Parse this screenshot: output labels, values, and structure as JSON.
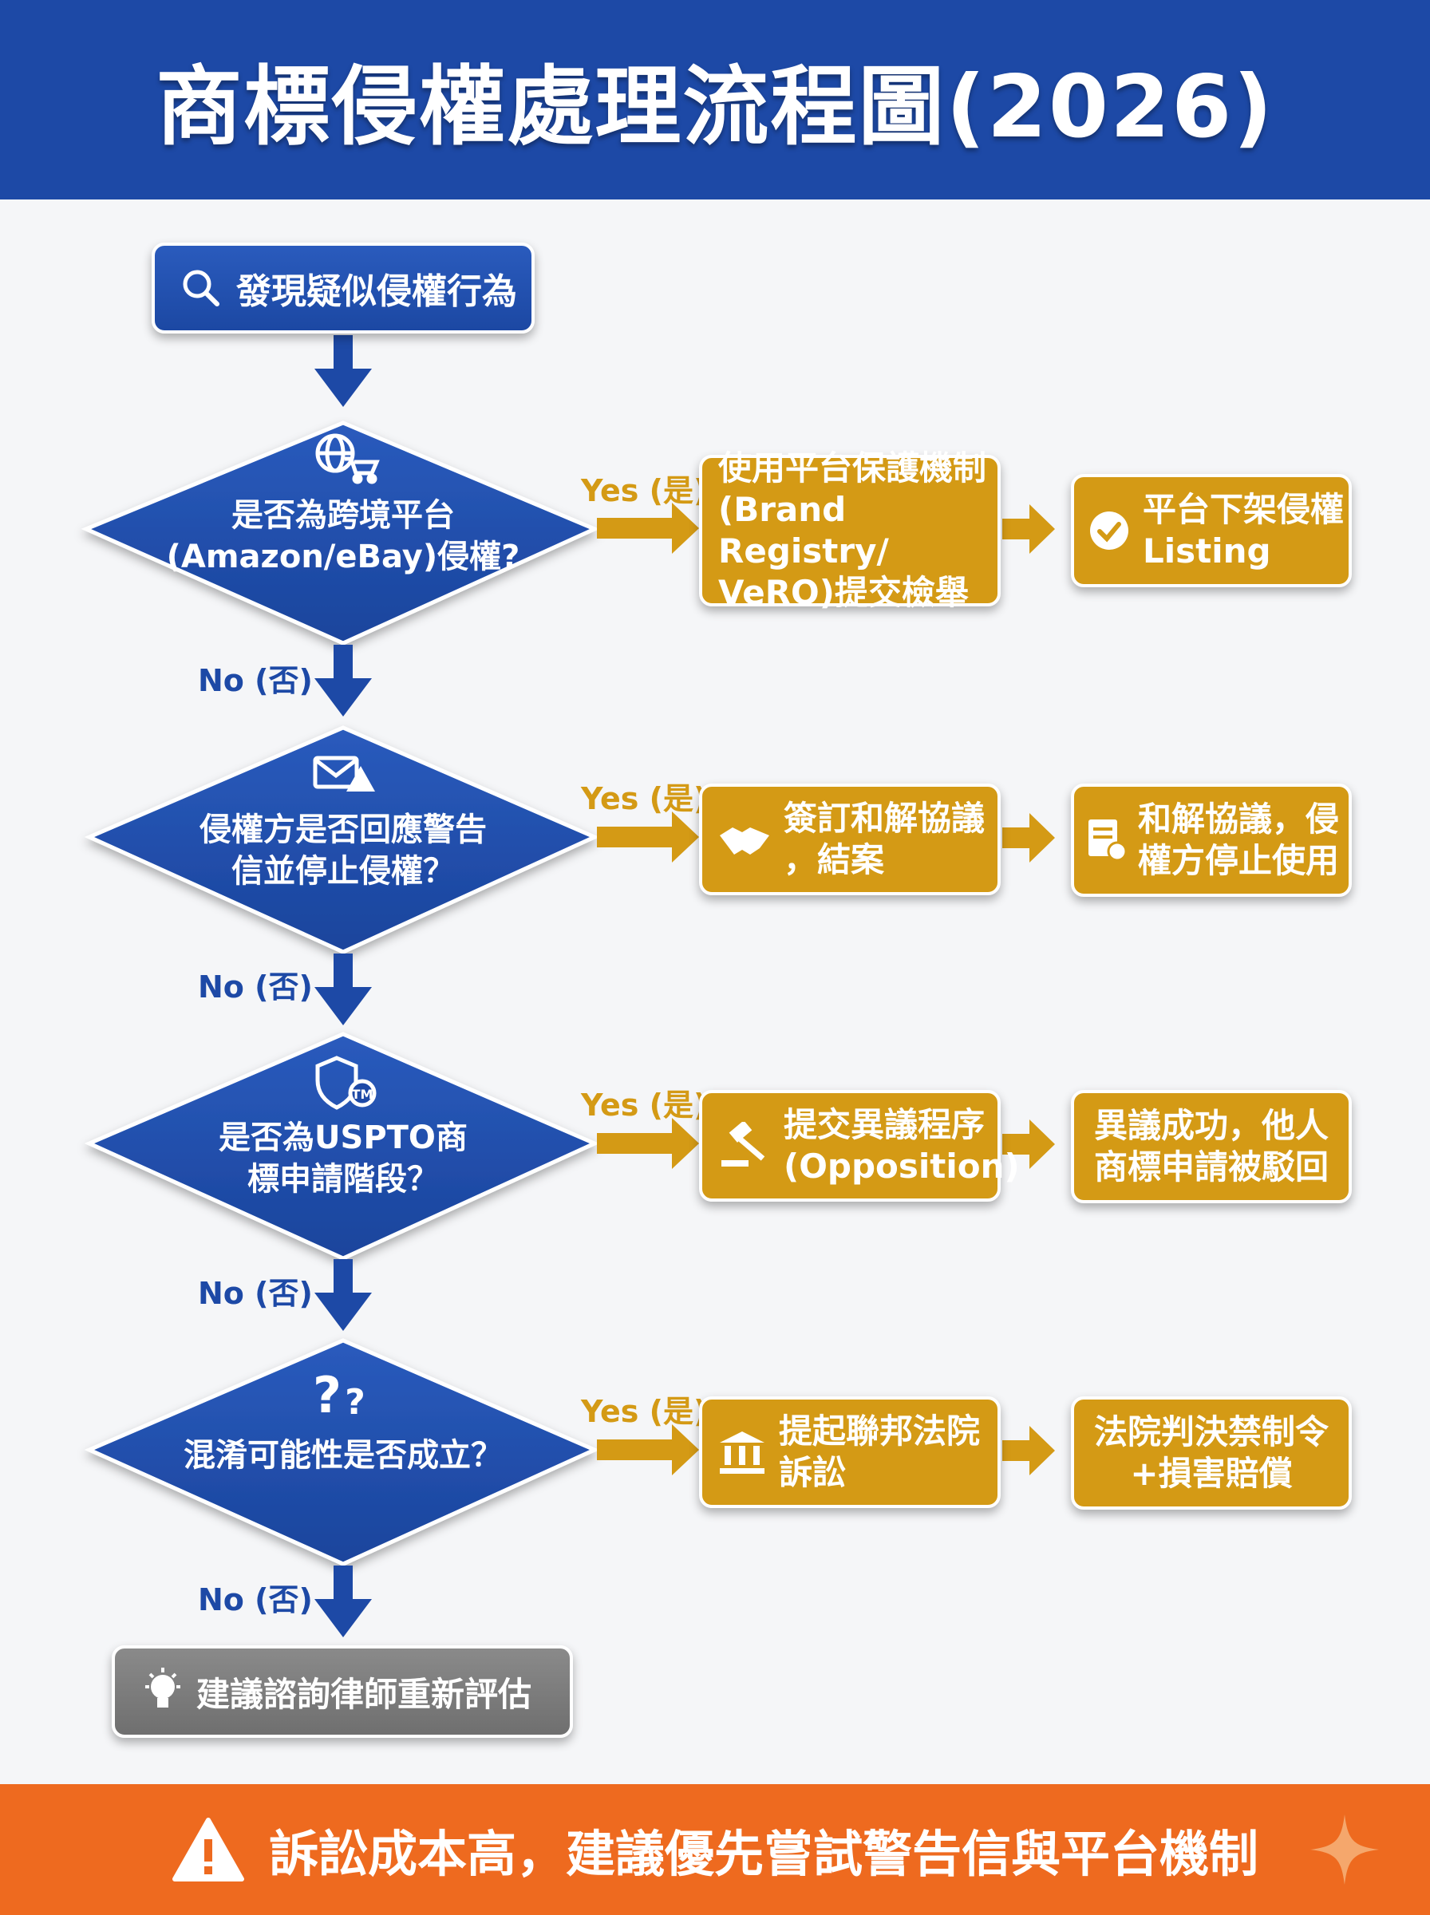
{
  "title": "商標侵權處理流程圖(2026)",
  "start": {
    "label": "發現疑似侵權行為",
    "icon": "search-icon"
  },
  "labels": {
    "yes": "Yes (是)",
    "no": "No (否)"
  },
  "decisions": [
    {
      "question": [
        "是否為跨境平台",
        "(Amazon/eBay)侵權?"
      ],
      "icon": "globe-cart-icon",
      "action": {
        "lines": [
          "使用平台保護機制",
          "(Brand Registry/",
          "VeRO)提交檢舉"
        ],
        "icon": ""
      },
      "result": {
        "lines": [
          "平台下架侵權",
          "Listing"
        ],
        "icon": "check-circle-icon"
      }
    },
    {
      "question": [
        "侵權方是否回應警告",
        "信並停止侵權？"
      ],
      "icon": "mail-warning-icon",
      "action": {
        "lines": [
          "簽訂和解協議",
          "，結案"
        ],
        "icon": "handshake-icon"
      },
      "result": {
        "lines": [
          "和解協議，侵",
          "權方停止使用"
        ],
        "icon": "certificate-icon"
      }
    },
    {
      "question": [
        "是否為USPTO商",
        "標申請階段？"
      ],
      "icon": "shield-tm-icon",
      "action": {
        "lines": [
          "提交異議程序",
          "(Opposition)"
        ],
        "icon": "gavel-icon"
      },
      "result": {
        "lines": [
          "異議成功，他人",
          "商標申請被駁回"
        ],
        "icon": ""
      }
    },
    {
      "question": [
        "混淆可能性是否成立？"
      ],
      "icon": "question-marks-icon",
      "action": {
        "lines": [
          "提起聯邦法院",
          "訴訟"
        ],
        "icon": "courthouse-icon"
      },
      "result": {
        "lines": [
          "法院判決禁制令",
          "+損害賠償"
        ],
        "icon": ""
      }
    }
  ],
  "end": {
    "label": "建議諮詢律師重新評估",
    "icon": "lightbulb-icon"
  },
  "footer": {
    "text": "訴訟成本高，建議優先嘗試警告信與平台機制",
    "icon": "warning-triangle-icon"
  },
  "colors": {
    "blue": "#1d49a6",
    "gold": "#d49a15",
    "gray": "#7d7d7d",
    "orange": "#ee6a1f"
  }
}
